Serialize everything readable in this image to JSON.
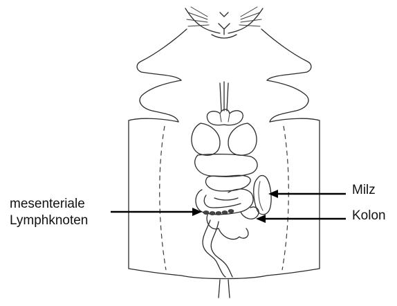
{
  "labels": {
    "mesenteric_nodes_line1": "mesenteriale",
    "mesenteric_nodes_line2": "Lymphknoten",
    "spleen": "Milz",
    "colon": "Kolon"
  },
  "colors": {
    "ink": "#2b2b2b",
    "arrow": "#000000",
    "background": "#ffffff"
  }
}
